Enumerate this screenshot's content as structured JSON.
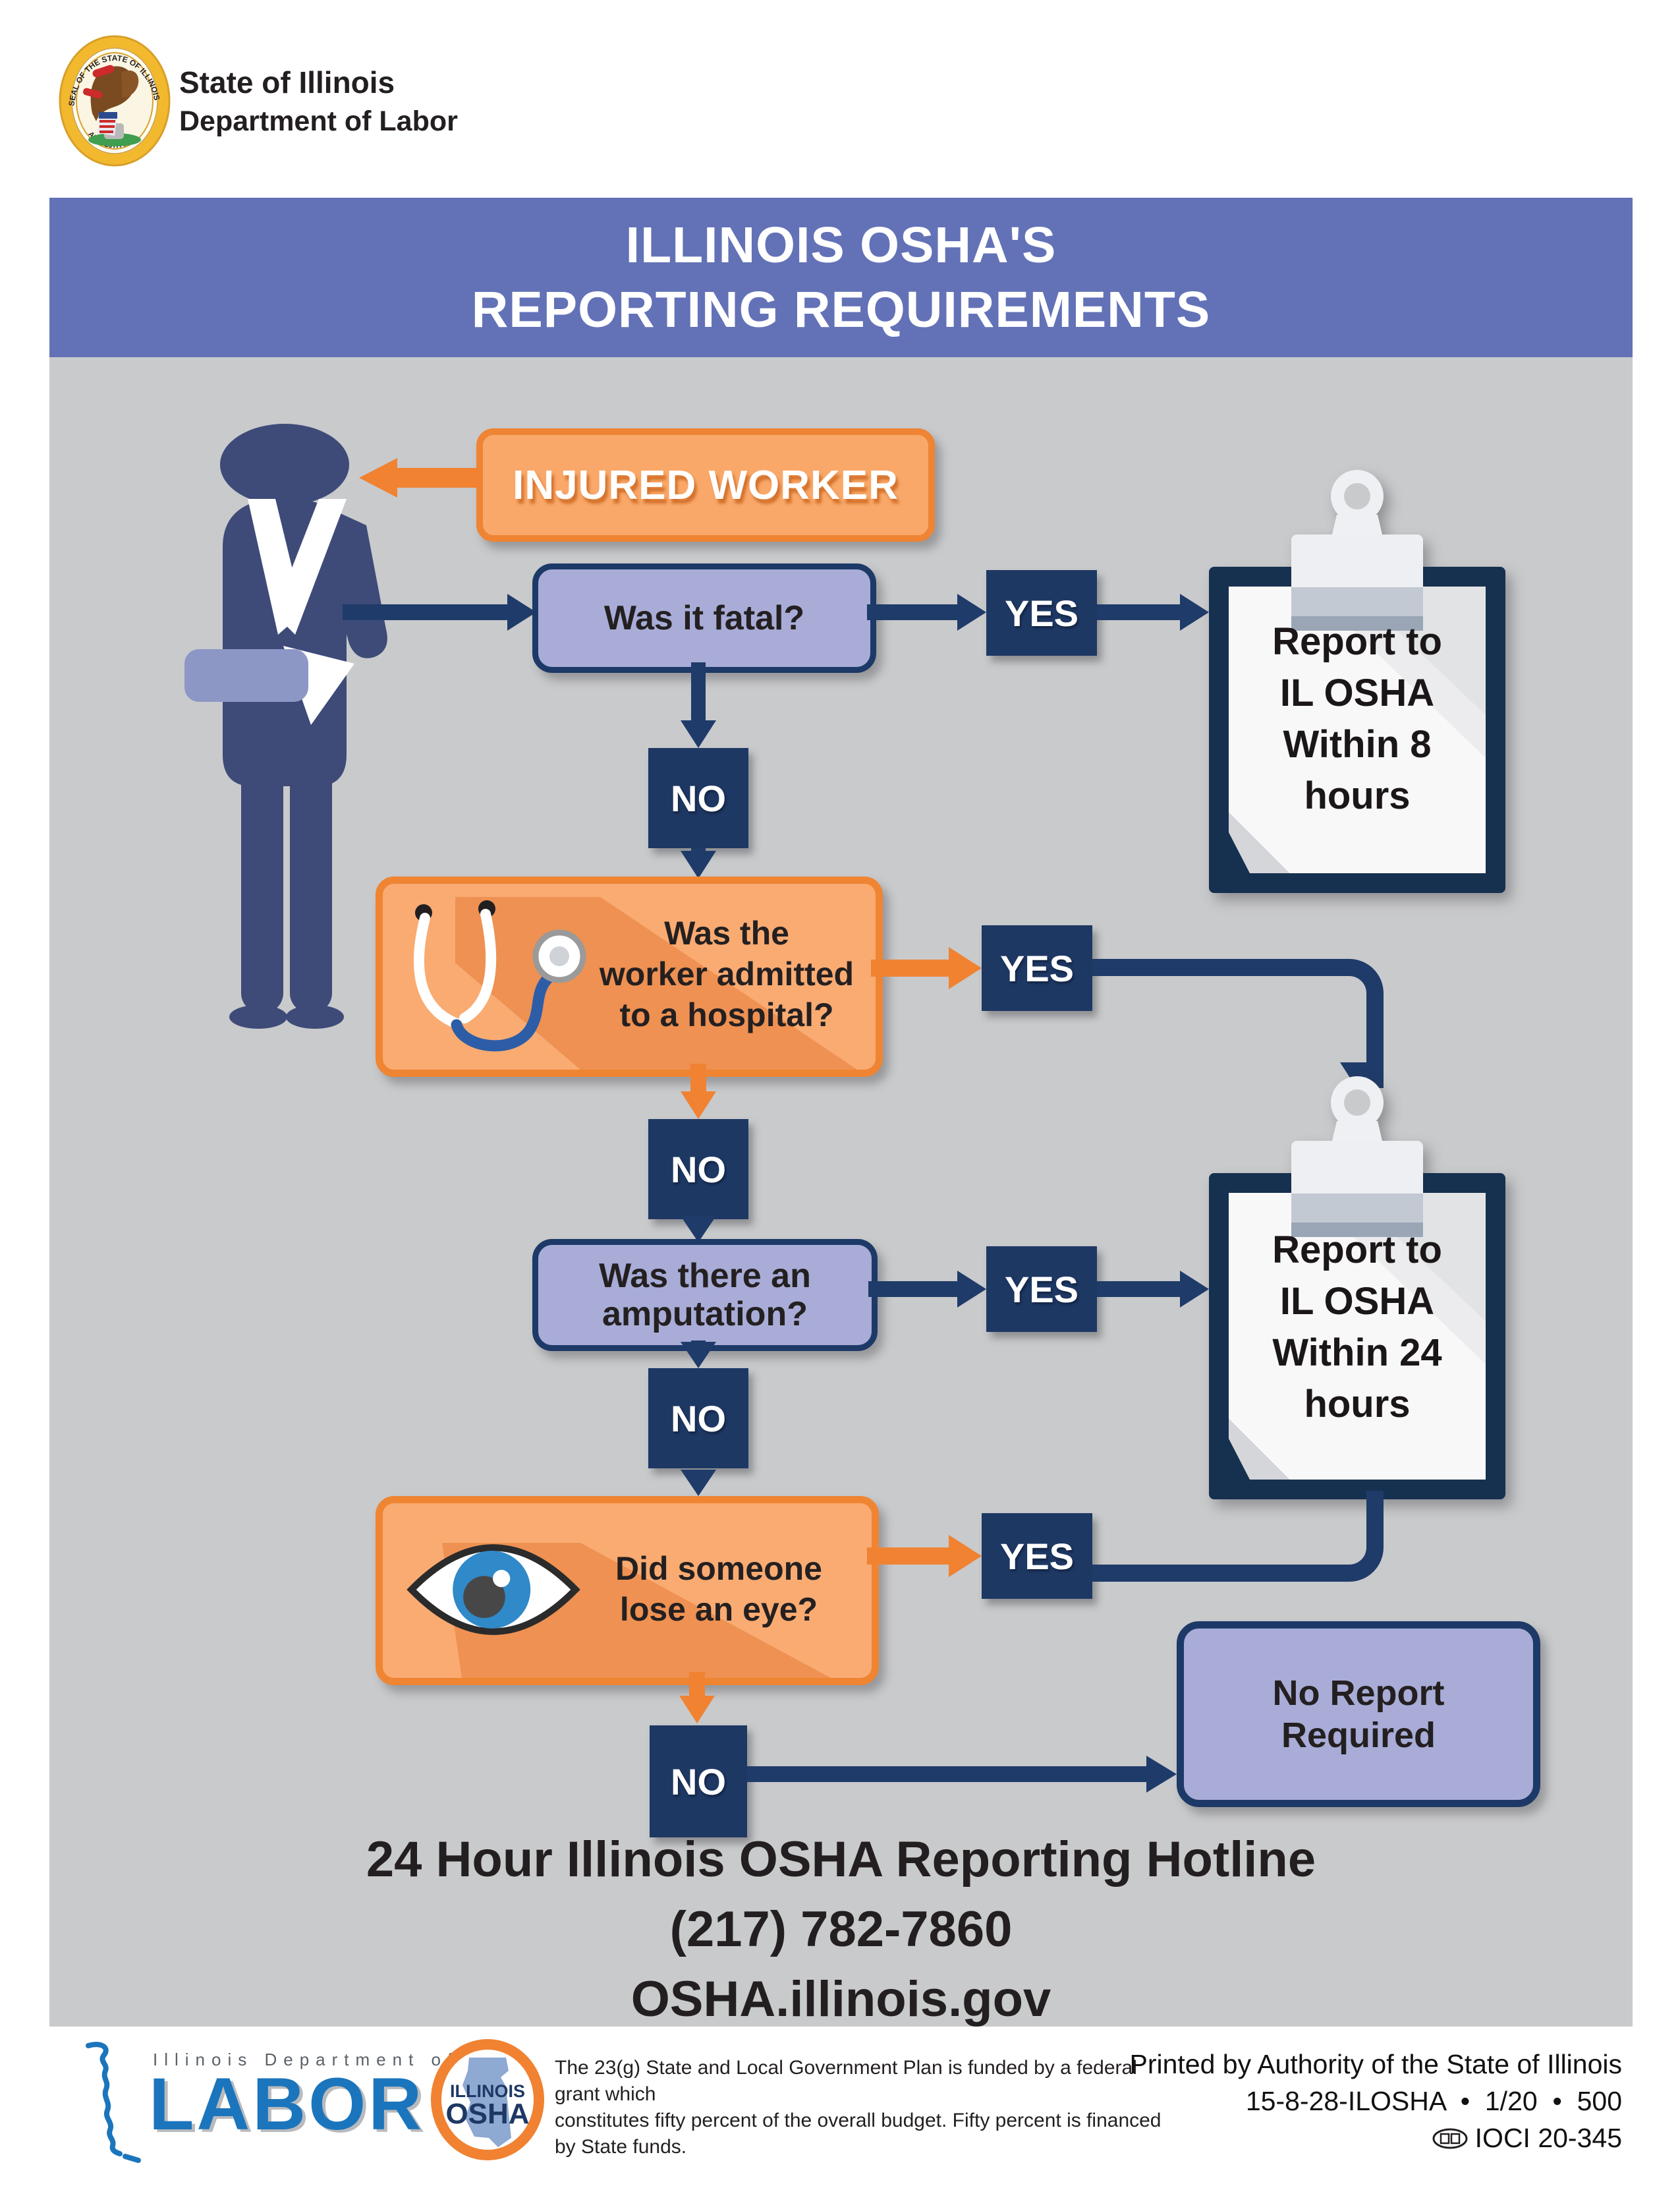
{
  "header": {
    "line1": "State of Illinois",
    "line2": "Department of Labor",
    "seal_arc_top": "SEAL OF THE STATE OF ILLINOIS",
    "seal_arc_bottom": "AUG. 26TH 1818"
  },
  "banner": {
    "line1": "ILLINOIS OSHA'S",
    "line2": "REPORTING REQUIREMENTS"
  },
  "flow": {
    "injured_worker": "INJURED WORKER",
    "yes": "YES",
    "no": "NO",
    "q_fatal": "Was it fatal?",
    "q_hospital": [
      "Was the",
      "worker admitted",
      "to a hospital?"
    ],
    "q_amputation": [
      "Was there an",
      "amputation?"
    ],
    "q_eye": [
      "Did someone",
      "lose an eye?"
    ],
    "report_8": [
      "Report to",
      "IL OSHA",
      "Within 8",
      "hours"
    ],
    "report_24": [
      "Report to",
      "IL OSHA",
      "Within 24",
      "hours"
    ],
    "no_report": [
      "No Report",
      "Required"
    ]
  },
  "hotline": {
    "title": "24 Hour Illinois OSHA Reporting Hotline",
    "phone": "(217) 782-7860",
    "website": "OSHA.illinois.gov"
  },
  "footer": {
    "dept_small": "Illinois Department of",
    "dept_big": "LABOR",
    "osha_logo_line1": "ILLINOIS",
    "osha_logo_line2": "OSHA",
    "funding_line1": "The 23(g) State and Local Government Plan is funded by a federal grant which",
    "funding_line2": "constitutes fifty percent of the overall budget. Fifty percent is financed by State funds.",
    "printed_by": "Printed by Authority of the State of Illinois",
    "print_code": "15-8-28-ILOSHA  •  1/20  •  500",
    "ioci": "IOCI 20-345"
  },
  "colors": {
    "navy": "#1f3b69",
    "badge_navy": "#1e3864",
    "banner_purple": "#6372b7",
    "box_purple": "#a8acd7",
    "orange_border": "#ef8532",
    "orange_fill": "#f9ab72",
    "orange_arrow": "#f08232",
    "gray_bg": "#c9cacc",
    "labor_blue": "#1b75bc",
    "worker_navy": "#3e4b78",
    "cast_periwinkle": "#8d97c6",
    "text_dark": "#231f20"
  }
}
